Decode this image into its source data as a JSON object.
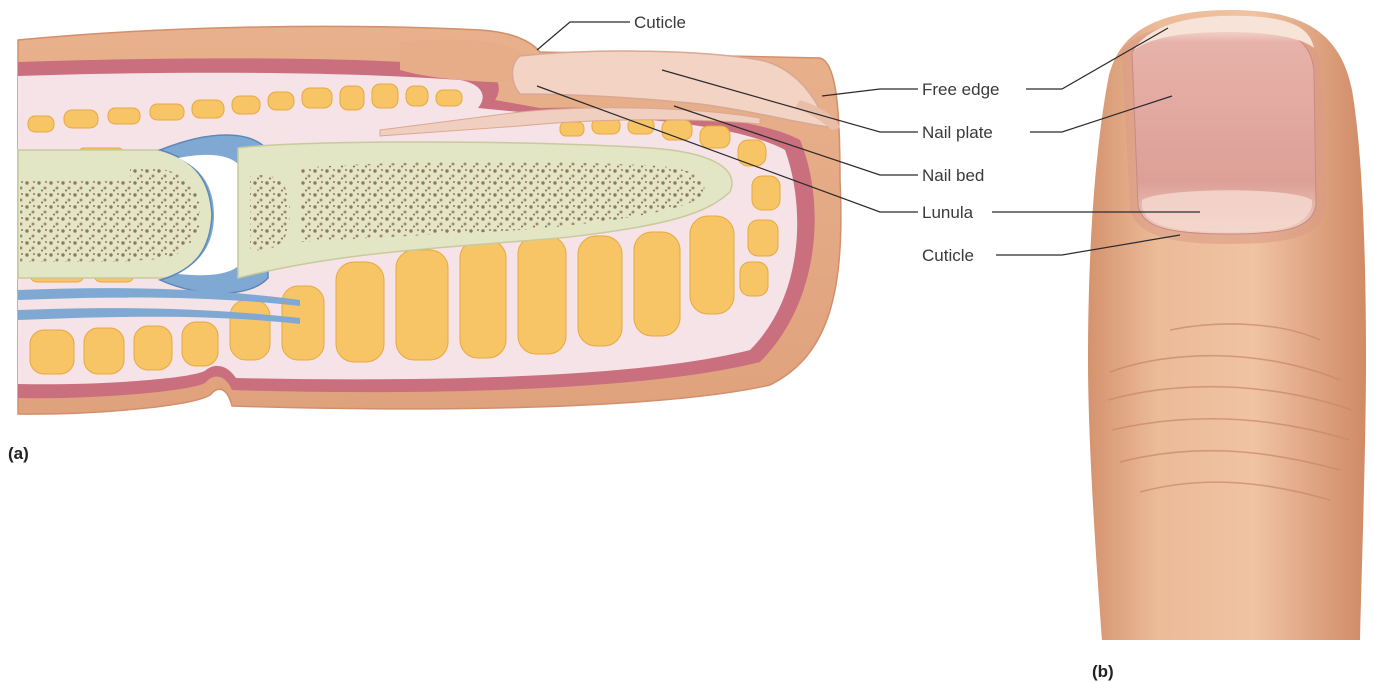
{
  "labels": {
    "cuticle_a": "Cuticle",
    "free_edge": "Free edge",
    "nail_plate": "Nail plate",
    "nail_bed": "Nail bed",
    "lunula": "Lunula",
    "cuticle_b": "Cuticle"
  },
  "panels": {
    "a": "(a)",
    "b": "(b)"
  },
  "colors": {
    "skin": "#eab895",
    "skin_dark": "#d99d78",
    "dermis": "#c96f7d",
    "fat_bg": "#f6e3e7",
    "fat_lobule": "#f7c566",
    "bone": "#e3e6c4",
    "marrow": "#9c8a66",
    "cartilage": "#7fa9d2",
    "nail": "#f3d3c4",
    "finger": "#eab48f",
    "nail_photo": "#dea49a"
  }
}
